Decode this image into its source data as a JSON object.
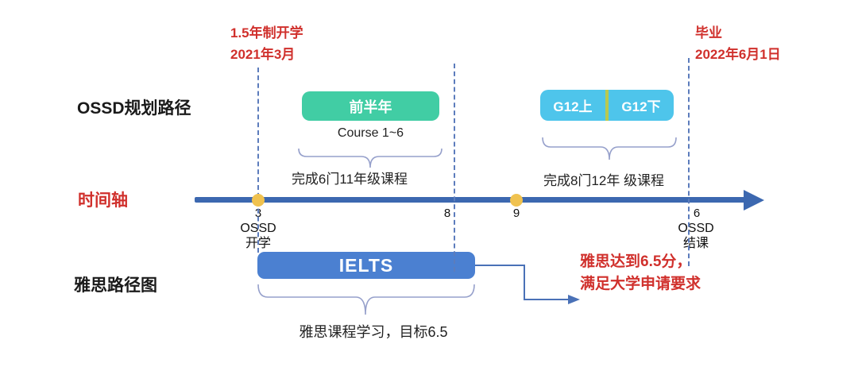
{
  "milestones": {
    "start": {
      "line1": "1.5年制开学",
      "line2": "2021年3月"
    },
    "end": {
      "line1": "毕业",
      "line2": "2022年6月1日"
    }
  },
  "rows": {
    "ossd_label": "OSSD规划路径",
    "timeline_label": "时间轴",
    "ielts_label": "雅思路径图"
  },
  "ossd": {
    "first_half_box": "前半年",
    "course_range": "Course 1~6",
    "g11_note": "完成6门11年级课程",
    "g12_first": "G12上",
    "g12_second": "G12下",
    "g12_note": "完成8门12年 级课程"
  },
  "timeline": {
    "ticks": [
      {
        "label": "3",
        "sub1": "OSSD",
        "sub2": "开学"
      },
      {
        "label": "8"
      },
      {
        "label": "9"
      },
      {
        "label": "6",
        "sub1": "OSSD",
        "sub2": "结课"
      }
    ]
  },
  "ielts": {
    "bar_label": "IELTS",
    "note": "雅思课程学习，目标6.5",
    "result_line1": "雅思达到6.5分，",
    "result_line2": "满足大学申请要求"
  },
  "colors": {
    "red": "#D0302C",
    "green": "#41CDA4",
    "lightblue": "#4EC5EB",
    "divider": "#B9C94F",
    "axis": "#3C68B0",
    "ielts": "#4B80D1",
    "dash": "#5C7CBC",
    "dot": "#F0C24F",
    "brace": "#96A0CB",
    "connector": "#4A71B7"
  }
}
